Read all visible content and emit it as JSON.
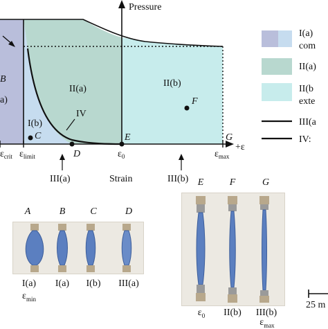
{
  "axis": {
    "y_label": "Pressure",
    "x_label_arrow": "+ε",
    "x_label_center": "Strain"
  },
  "regions": {
    "i_b_label": "B",
    "i_a_label": "a)",
    "ii_a": "II(a)",
    "ii_b": "II(b)",
    "i_b": "I(b)",
    "iv": "IV"
  },
  "points": {
    "c": "C",
    "d": "D",
    "e": "E",
    "f": "F",
    "g": "G"
  },
  "ticks": {
    "eps_crit": "ε",
    "eps_crit_sub": "crit",
    "eps_limit": "ε",
    "eps_limit_sub": "limit",
    "eps_0": "ε",
    "eps_0_sub": "0",
    "eps_max": "ε",
    "eps_max_sub": "max"
  },
  "arrows": {
    "iii_a": "III(a)",
    "strain": "Strain",
    "iii_b": "III(b)"
  },
  "legend": [
    {
      "text": "I(a)",
      "text2": "com",
      "color": "#b9bedb"
    },
    {
      "text": "II(a)",
      "text2": "",
      "color": "#b8d8cf"
    },
    {
      "text": "II(b",
      "text2": "exte",
      "color": "#c7ecec"
    },
    {
      "text": "III(a",
      "text2": "",
      "line": "solid"
    },
    {
      "text": "IV:",
      "text2": "",
      "line": "solid"
    }
  ],
  "photos_left": {
    "letters": [
      "A",
      "B",
      "C",
      "D"
    ],
    "states": [
      "I(a)",
      "I(a)",
      "I(b)",
      "III(a)"
    ],
    "extra": "ε",
    "extra_sub": "min"
  },
  "photos_right": {
    "letters": [
      "E",
      "F",
      "G"
    ],
    "states_eps": "ε",
    "states_eps_sub": "0",
    "state_f": "II(b)",
    "state_g": "III(b)",
    "extra": "ε",
    "extra_sub": "max"
  },
  "scale_bar": "25 m",
  "colors": {
    "region_i_a": "#b9bedb",
    "region_i_b": "#c6dcef",
    "region_ii_a": "#b8d8cf",
    "region_ii_b": "#c7ecec",
    "tube": "#5b7fc0",
    "background_photo": "#ece9e2"
  }
}
